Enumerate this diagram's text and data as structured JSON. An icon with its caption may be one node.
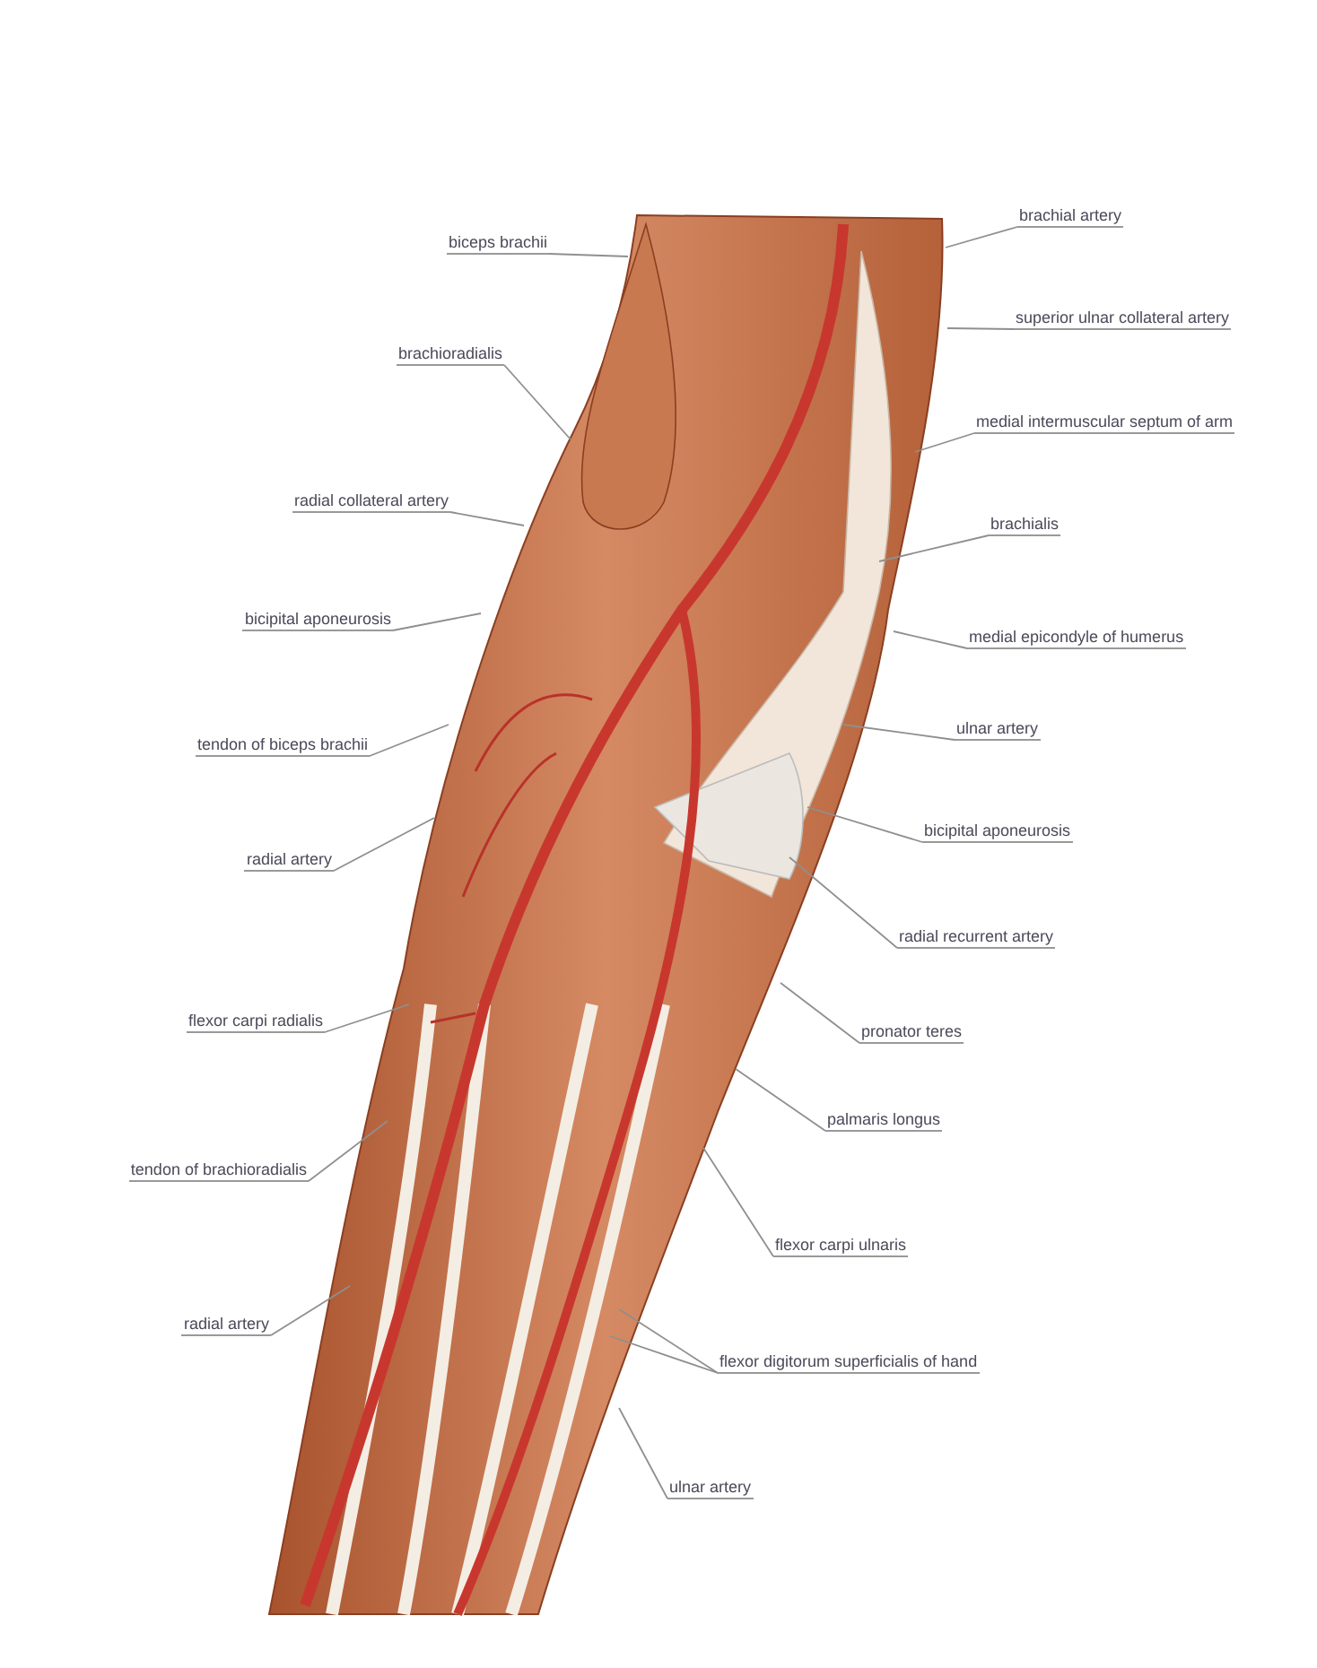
{
  "diagram": {
    "nodes": [
      {
        "text": [
          "brachial artery"
        ]
      },
      {
        "text": [
          "biceps brachii"
        ]
      },
      {
        "text": [
          "superior ulnar collateral artery"
        ]
      },
      {
        "text": [
          "brachioradialis"
        ]
      },
      {
        "text": [
          "medial intermuscular septum of arm"
        ]
      },
      {
        "text": [
          "radial collateral artery"
        ]
      },
      {
        "text": [
          "brachialis"
        ]
      },
      {
        "text": [
          "bicipital aponeurosis"
        ]
      },
      {
        "text": [
          "medial epicondyle of humerus"
        ]
      },
      {
        "text": [
          "ulnar artery"
        ]
      },
      {
        "text": [
          "tendon of biceps brachii"
        ]
      },
      {
        "text": [
          "bicipital aponeurosis"
        ]
      },
      {
        "text": [
          "radial artery"
        ]
      },
      {
        "text": [
          "radial recurrent artery"
        ]
      },
      {
        "text": [
          "flexor carpi radialis"
        ]
      },
      {
        "text": [
          "pronator teres"
        ]
      },
      {
        "text": [
          "palmaris longus"
        ]
      },
      {
        "text": [
          "tendon of brachioradialis"
        ]
      },
      {
        "text": [
          "flexor carpi ulnaris"
        ]
      },
      {
        "text": [
          "radial artery"
        ]
      },
      {
        "text": [
          "flexor digitorum superficialis of hand"
        ]
      },
      {
        "text": [
          "ulnar artery"
        ]
      }
    ],
    "edges": [
      {
        "from": 0,
        "to": null,
        "arrow": "none"
      },
      {
        "from": 1,
        "to": null,
        "arrow": "none"
      },
      {
        "from": 2,
        "to": null,
        "arrow": "none"
      },
      {
        "from": 3,
        "to": null,
        "arrow": "none"
      },
      {
        "from": 4,
        "to": null,
        "arrow": "none"
      },
      {
        "from": 5,
        "to": null,
        "arrow": "none"
      },
      {
        "from": 6,
        "to": null,
        "arrow": "none"
      },
      {
        "from": 7,
        "to": null,
        "arrow": "none"
      },
      {
        "from": 8,
        "to": null,
        "arrow": "none"
      },
      {
        "from": 9,
        "to": null,
        "arrow": "none"
      },
      {
        "from": 10,
        "to": null,
        "arrow": "none"
      },
      {
        "from": 11,
        "to": null,
        "arrow": "none"
      },
      {
        "from": 12,
        "to": null,
        "arrow": "none"
      },
      {
        "from": 13,
        "to": null,
        "arrow": "none"
      },
      {
        "from": 14,
        "to": null,
        "arrow": "none"
      },
      {
        "from": 15,
        "to": null,
        "arrow": "none"
      },
      {
        "from": 16,
        "to": null,
        "arrow": "none"
      },
      {
        "from": 17,
        "to": null,
        "arrow": "none"
      },
      {
        "from": 18,
        "to": null,
        "arrow": "none"
      },
      {
        "from": 19,
        "to": null,
        "arrow": "none"
      },
      {
        "from": 20,
        "to": null,
        "arrow": "none"
      },
      {
        "from": 20,
        "to": null,
        "arrow": "none"
      },
      {
        "from": 21,
        "to": null,
        "arrow": "none"
      }
    ]
  }
}
